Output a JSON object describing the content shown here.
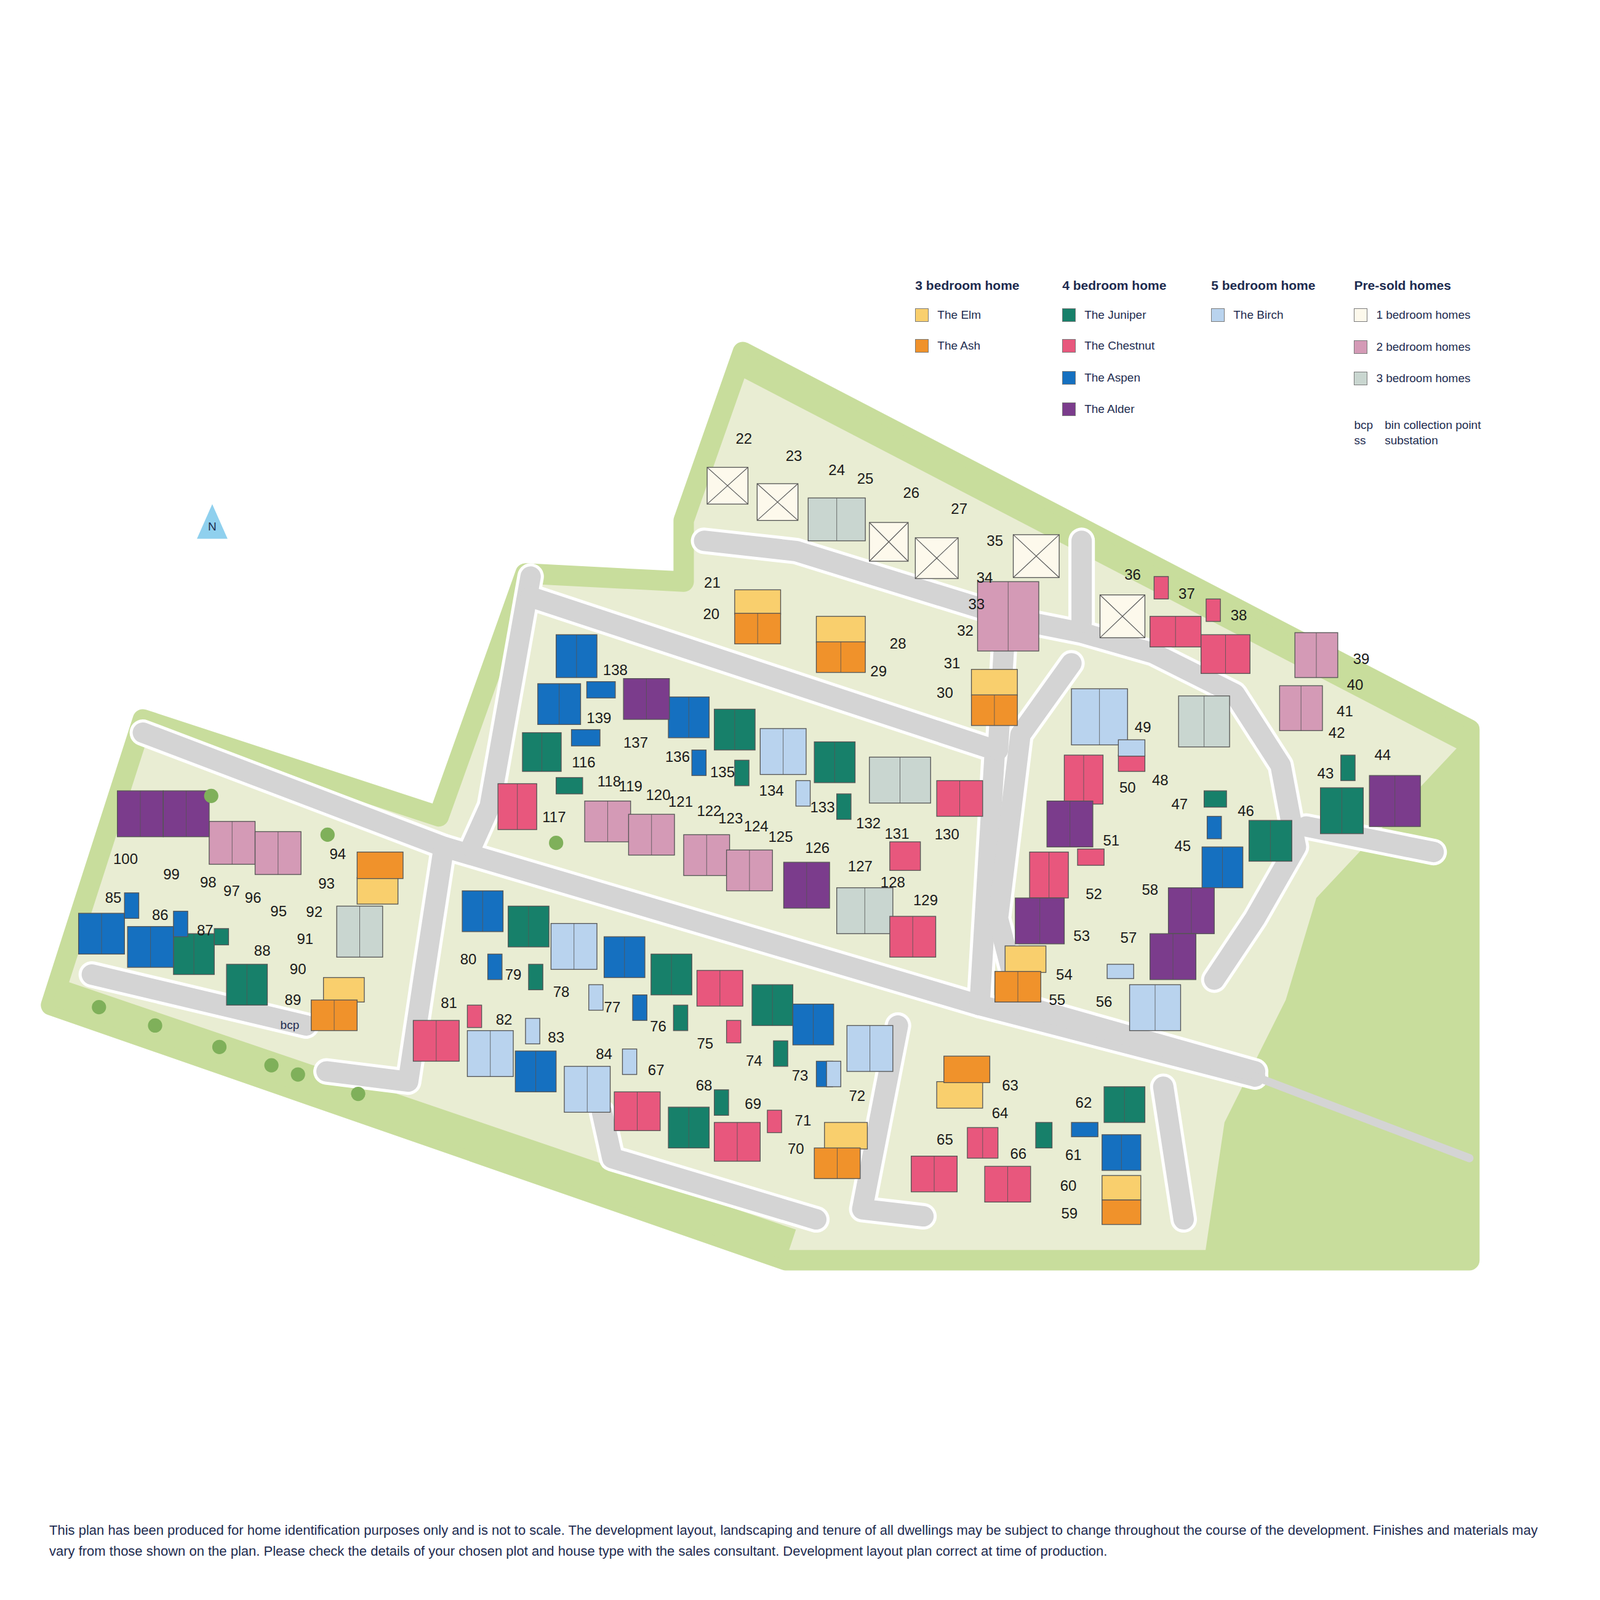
{
  "diagram": {
    "caption": "This plan has been produced for home identification purposes only and is not to scale. The development layout, landscaping and tenure of all dwellings may be subject to change throughout the course of the development. Finishes and materials may vary from those shown on the plan. Please check the details of your chosen plot and house type with the sales consultant. Development layout plan correct at time of production.",
    "labels": [
      "3 bedroom home",
      "4 bedroom home",
      "5 bedroom home",
      "Pre-sold homes",
      "bcp",
      "bin collection point",
      "ss",
      "substation",
      "N",
      "bcp",
      "22",
      "23",
      "24",
      "25",
      "26",
      "27",
      "35",
      "34",
      "33",
      "32",
      "21",
      "20",
      "28",
      "29",
      "31",
      "30",
      "36",
      "37",
      "38",
      "39",
      "40",
      "41",
      "42",
      "43",
      "44",
      "49",
      "50",
      "48",
      "47",
      "46",
      "45",
      "51",
      "52",
      "58",
      "53",
      "57",
      "54",
      "55",
      "56",
      "100",
      "99",
      "98",
      "97",
      "96",
      "95",
      "94",
      "93",
      "85",
      "86",
      "87",
      "88",
      "92",
      "91",
      "90",
      "89",
      "138",
      "139",
      "116",
      "117",
      "137",
      "136",
      "135",
      "134",
      "133",
      "132",
      "131",
      "130",
      "118",
      "119",
      "120",
      "121",
      "122",
      "123",
      "124",
      "125",
      "126",
      "127",
      "128",
      "129",
      "80",
      "79",
      "78",
      "77",
      "76",
      "75",
      "74",
      "73",
      "72",
      "81",
      "82",
      "83",
      "84",
      "67",
      "68",
      "69",
      "71",
      "70",
      "63",
      "64",
      "65",
      "66",
      "62",
      "61",
      "60",
      "59"
    ],
    "legend": [
      {
        "text": "The Elm",
        "color": "#f9cf6d"
      },
      {
        "text": "The Ash",
        "color": "#f0922b"
      },
      {
        "text": "The Juniper",
        "color": "#17806a"
      },
      {
        "text": "The Chestnut",
        "color": "#e8577d"
      },
      {
        "text": "The Aspen",
        "color": "#1570c0"
      },
      {
        "text": "The Alder",
        "color": "#7b3c8c"
      },
      {
        "text": "The Birch",
        "color": "#b9d3ee"
      },
      {
        "text": "1 bedroom homes",
        "color": "#fdf9ec"
      },
      {
        "text": "2 bedroom homes",
        "color": "#d49ab6"
      },
      {
        "text": "3 bedroom homes",
        "color": "#c9d6d0"
      }
    ]
  }
}
